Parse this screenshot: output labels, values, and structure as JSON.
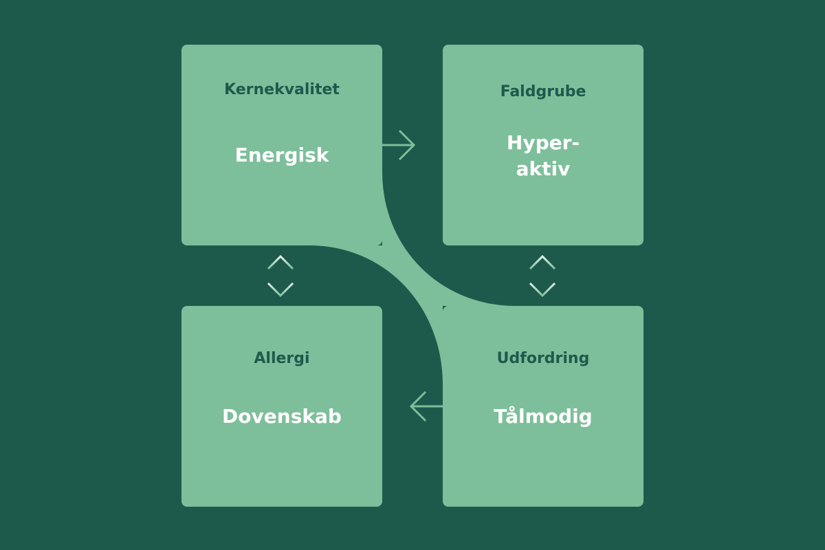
{
  "quadrants": {
    "core": {
      "category": "Kernekvalitet",
      "trait": "Energisk"
    },
    "pitfall": {
      "category": "Faldgrube",
      "trait": "Hyper-\naktiv"
    },
    "allergy": {
      "category": "Allergi",
      "trait": "Dovenskab"
    },
    "challenge": {
      "category": "Udfordring",
      "trait": "Tålmodig"
    }
  },
  "colors": {
    "background": "#1e5a4c",
    "box": "#7ebf9b",
    "category_text": "#1e5a4c",
    "trait_text": "#ffffff",
    "arrow": "#7ebf9b",
    "arrow_light": "#e6f2ec"
  },
  "arrows": [
    {
      "from": "core",
      "to": "pitfall",
      "direction": "right"
    },
    {
      "from": "pitfall",
      "to": "challenge",
      "direction": "both"
    },
    {
      "from": "challenge",
      "to": "allergy",
      "direction": "left"
    },
    {
      "from": "allergy",
      "to": "core",
      "direction": "both"
    }
  ]
}
